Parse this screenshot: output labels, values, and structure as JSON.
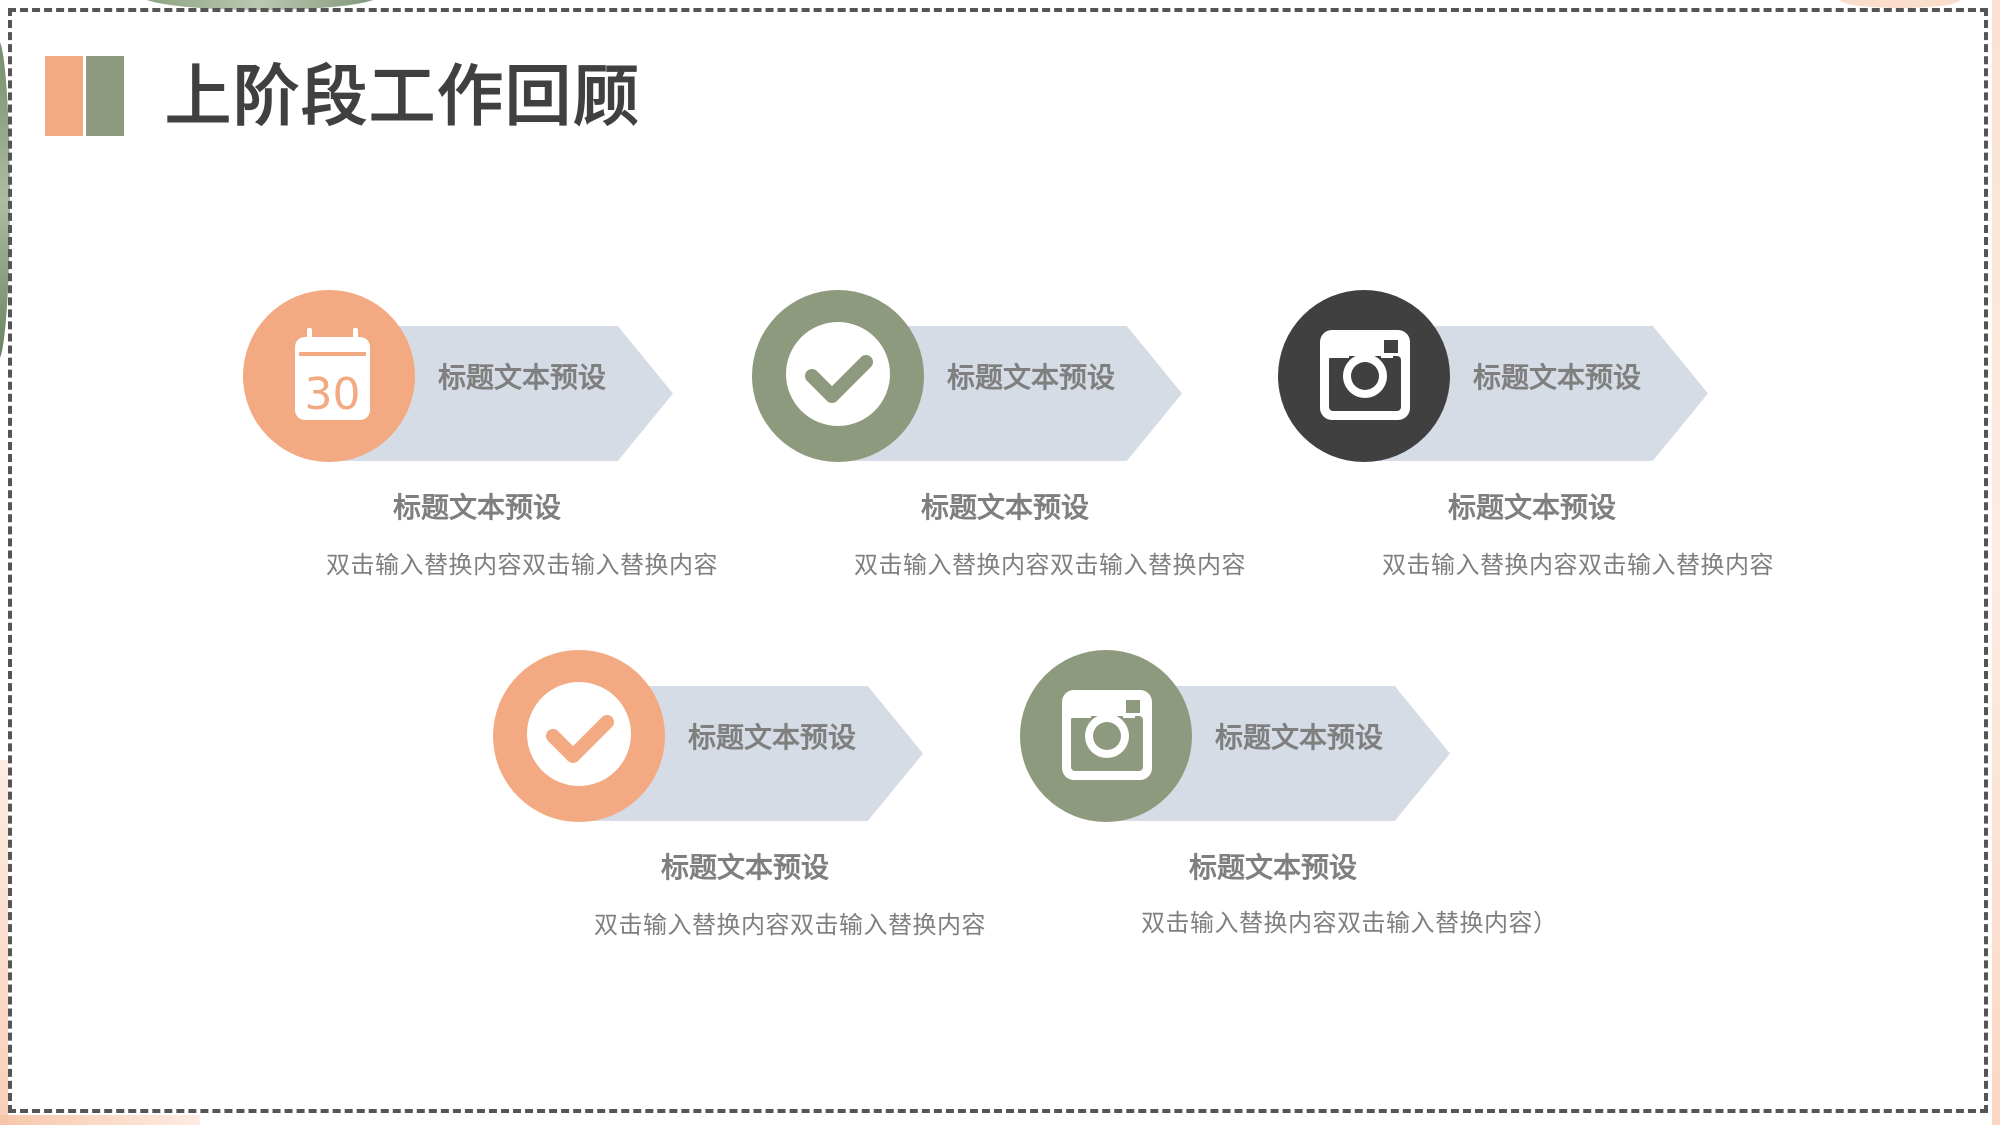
{
  "slide": {
    "title": "上阶段工作回顾",
    "colors": {
      "orange": "#f3a981",
      "green": "#8e9a7e",
      "dark": "#404040",
      "arrow": "#d6dce6",
      "text_gray": "#7f7f7f",
      "border": "#555555"
    }
  },
  "items": [
    {
      "icon": "calendar-icon",
      "icon_number": "30",
      "circle_color": "orange",
      "arrow_label": "标题文本预设",
      "title": "标题文本预设",
      "desc": "双击输入替换内容双击输入替换内容"
    },
    {
      "icon": "check-icon",
      "circle_color": "green",
      "arrow_label": "标题文本预设",
      "title": "标题文本预设",
      "desc": "双击输入替换内容双击输入替换内容"
    },
    {
      "icon": "camera-icon",
      "circle_color": "dark",
      "arrow_label": "标题文本预设",
      "title": "标题文本预设",
      "desc": "双击输入替换内容双击输入替换内容"
    },
    {
      "icon": "check-icon",
      "circle_color": "orange",
      "arrow_label": "标题文本预设",
      "title": "标题文本预设",
      "desc": "双击输入替换内容双击输入替换内容"
    },
    {
      "icon": "camera-icon",
      "circle_color": "green",
      "arrow_label": "标题文本预设",
      "title": "标题文本预设",
      "desc": "双击输入替换内容双击输入替换内容）"
    }
  ]
}
